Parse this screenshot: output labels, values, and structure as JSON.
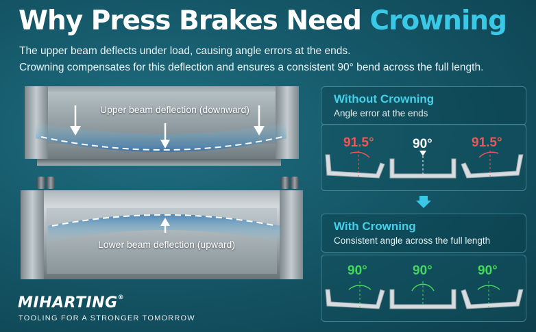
{
  "header": {
    "title_main": "Why Press Brakes Need ",
    "title_accent": "Crowning",
    "line1": "The upper beam deflects under load, causing angle errors at the ends.",
    "line2": "Crowning compensates for this deflection and ensures a consistent 90° bend across the full length."
  },
  "diagram": {
    "upper_label": "Upper beam deflection (downward)",
    "lower_label": "Lower beam deflection (upward)"
  },
  "without": {
    "title": "Without Crowning",
    "subtitle": "Angle error at the ends",
    "angles": [
      "91.5°",
      "90°",
      "91.5°"
    ]
  },
  "with": {
    "title": "With Crowning",
    "subtitle": "Consistent angle across the full length",
    "angles": [
      "90°",
      "90°",
      "90°"
    ]
  },
  "brand": {
    "name": "MIHARTING",
    "mark": "®",
    "tagline": "TOOLING FOR A STRONGER TOMORROW"
  },
  "colors": {
    "accent": "#39c8e6",
    "error": "#f25555",
    "ok": "#45d85c"
  }
}
